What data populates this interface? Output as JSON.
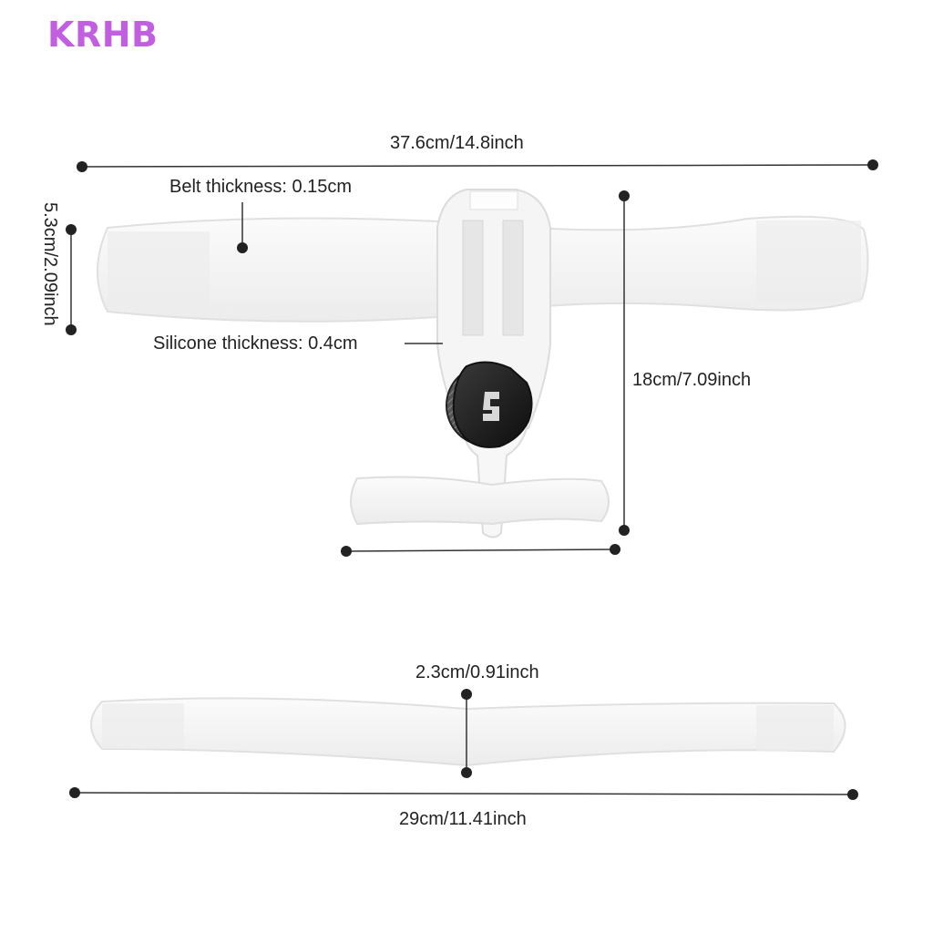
{
  "brand": {
    "text": "KRHB",
    "color": "#c25fe0"
  },
  "dimensions": {
    "total_width": "37.6cm/14.8inch",
    "belt_thickness": "Belt thickness: 0.15cm",
    "belt_height": "5.3cm/2.09inch",
    "silicone_thickness": "Silicone thickness: 0.4cm",
    "mount_height": "18cm/7.09inch",
    "strap_height": "2.3cm/0.91inch",
    "strap_width": "29cm/11.41inch"
  },
  "colors": {
    "line": "#333333",
    "strap": "#f2f2f2",
    "strap_edge": "#dddddd",
    "knob": "#1a1a1a"
  }
}
